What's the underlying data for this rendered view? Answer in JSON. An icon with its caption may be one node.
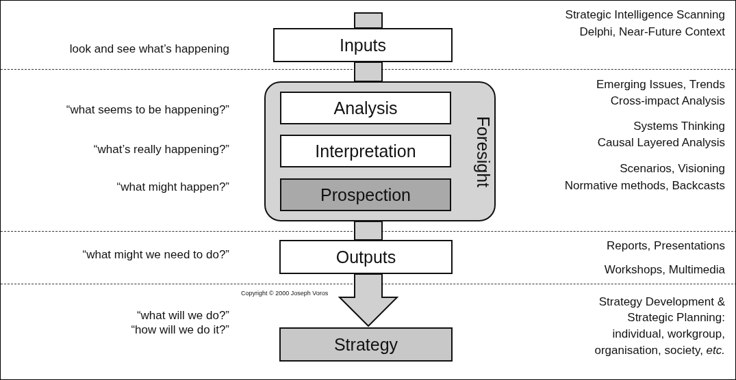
{
  "diagram": {
    "nodes": [
      {
        "text": [
          "Inputs"
        ]
      },
      {
        "text": [
          "Foresight"
        ]
      },
      {
        "text": [
          "Analysis"
        ],
        "in": 1
      },
      {
        "text": [
          "Interpretation"
        ],
        "in": 1
      },
      {
        "text": [
          "Prospection"
        ],
        "in": 1
      },
      {
        "text": [
          "Outputs"
        ]
      },
      {
        "text": [
          "Strategy"
        ]
      }
    ],
    "edges": [
      {
        "from": null,
        "to": 0,
        "arrow": "none",
        "style": "thick"
      },
      {
        "from": 0,
        "to": 1,
        "arrow": "none",
        "style": "thick"
      },
      {
        "from": 1,
        "to": 5,
        "arrow": "none",
        "style": "thick"
      },
      {
        "from": 5,
        "to": 6,
        "arrow": "to",
        "style": "thick"
      }
    ],
    "labels": [
      "look and see what’s happening",
      "Strategic Intelligence Scanning",
      "Delphi, Near-Future Context",
      "“what seems to be happening?”",
      "Emerging Issues, Trends",
      "Cross-impact Analysis",
      "“what’s really happening?”",
      "Systems Thinking",
      "Causal Layered Analysis",
      "“what might happen?”",
      "Scenarios, Visioning",
      "Normative methods, Backcasts",
      "“what might we need to do?”",
      "Reports, Presentations",
      "Workshops, Multimedia",
      "Copyright © 2000 Joseph Voros",
      "Strategy Development &",
      "Strategic Planning:",
      "“what will we do?”",
      "individual, workgroup,",
      "“how will we do it?”",
      "organisation, society, *etc.*"
    ]
  }
}
